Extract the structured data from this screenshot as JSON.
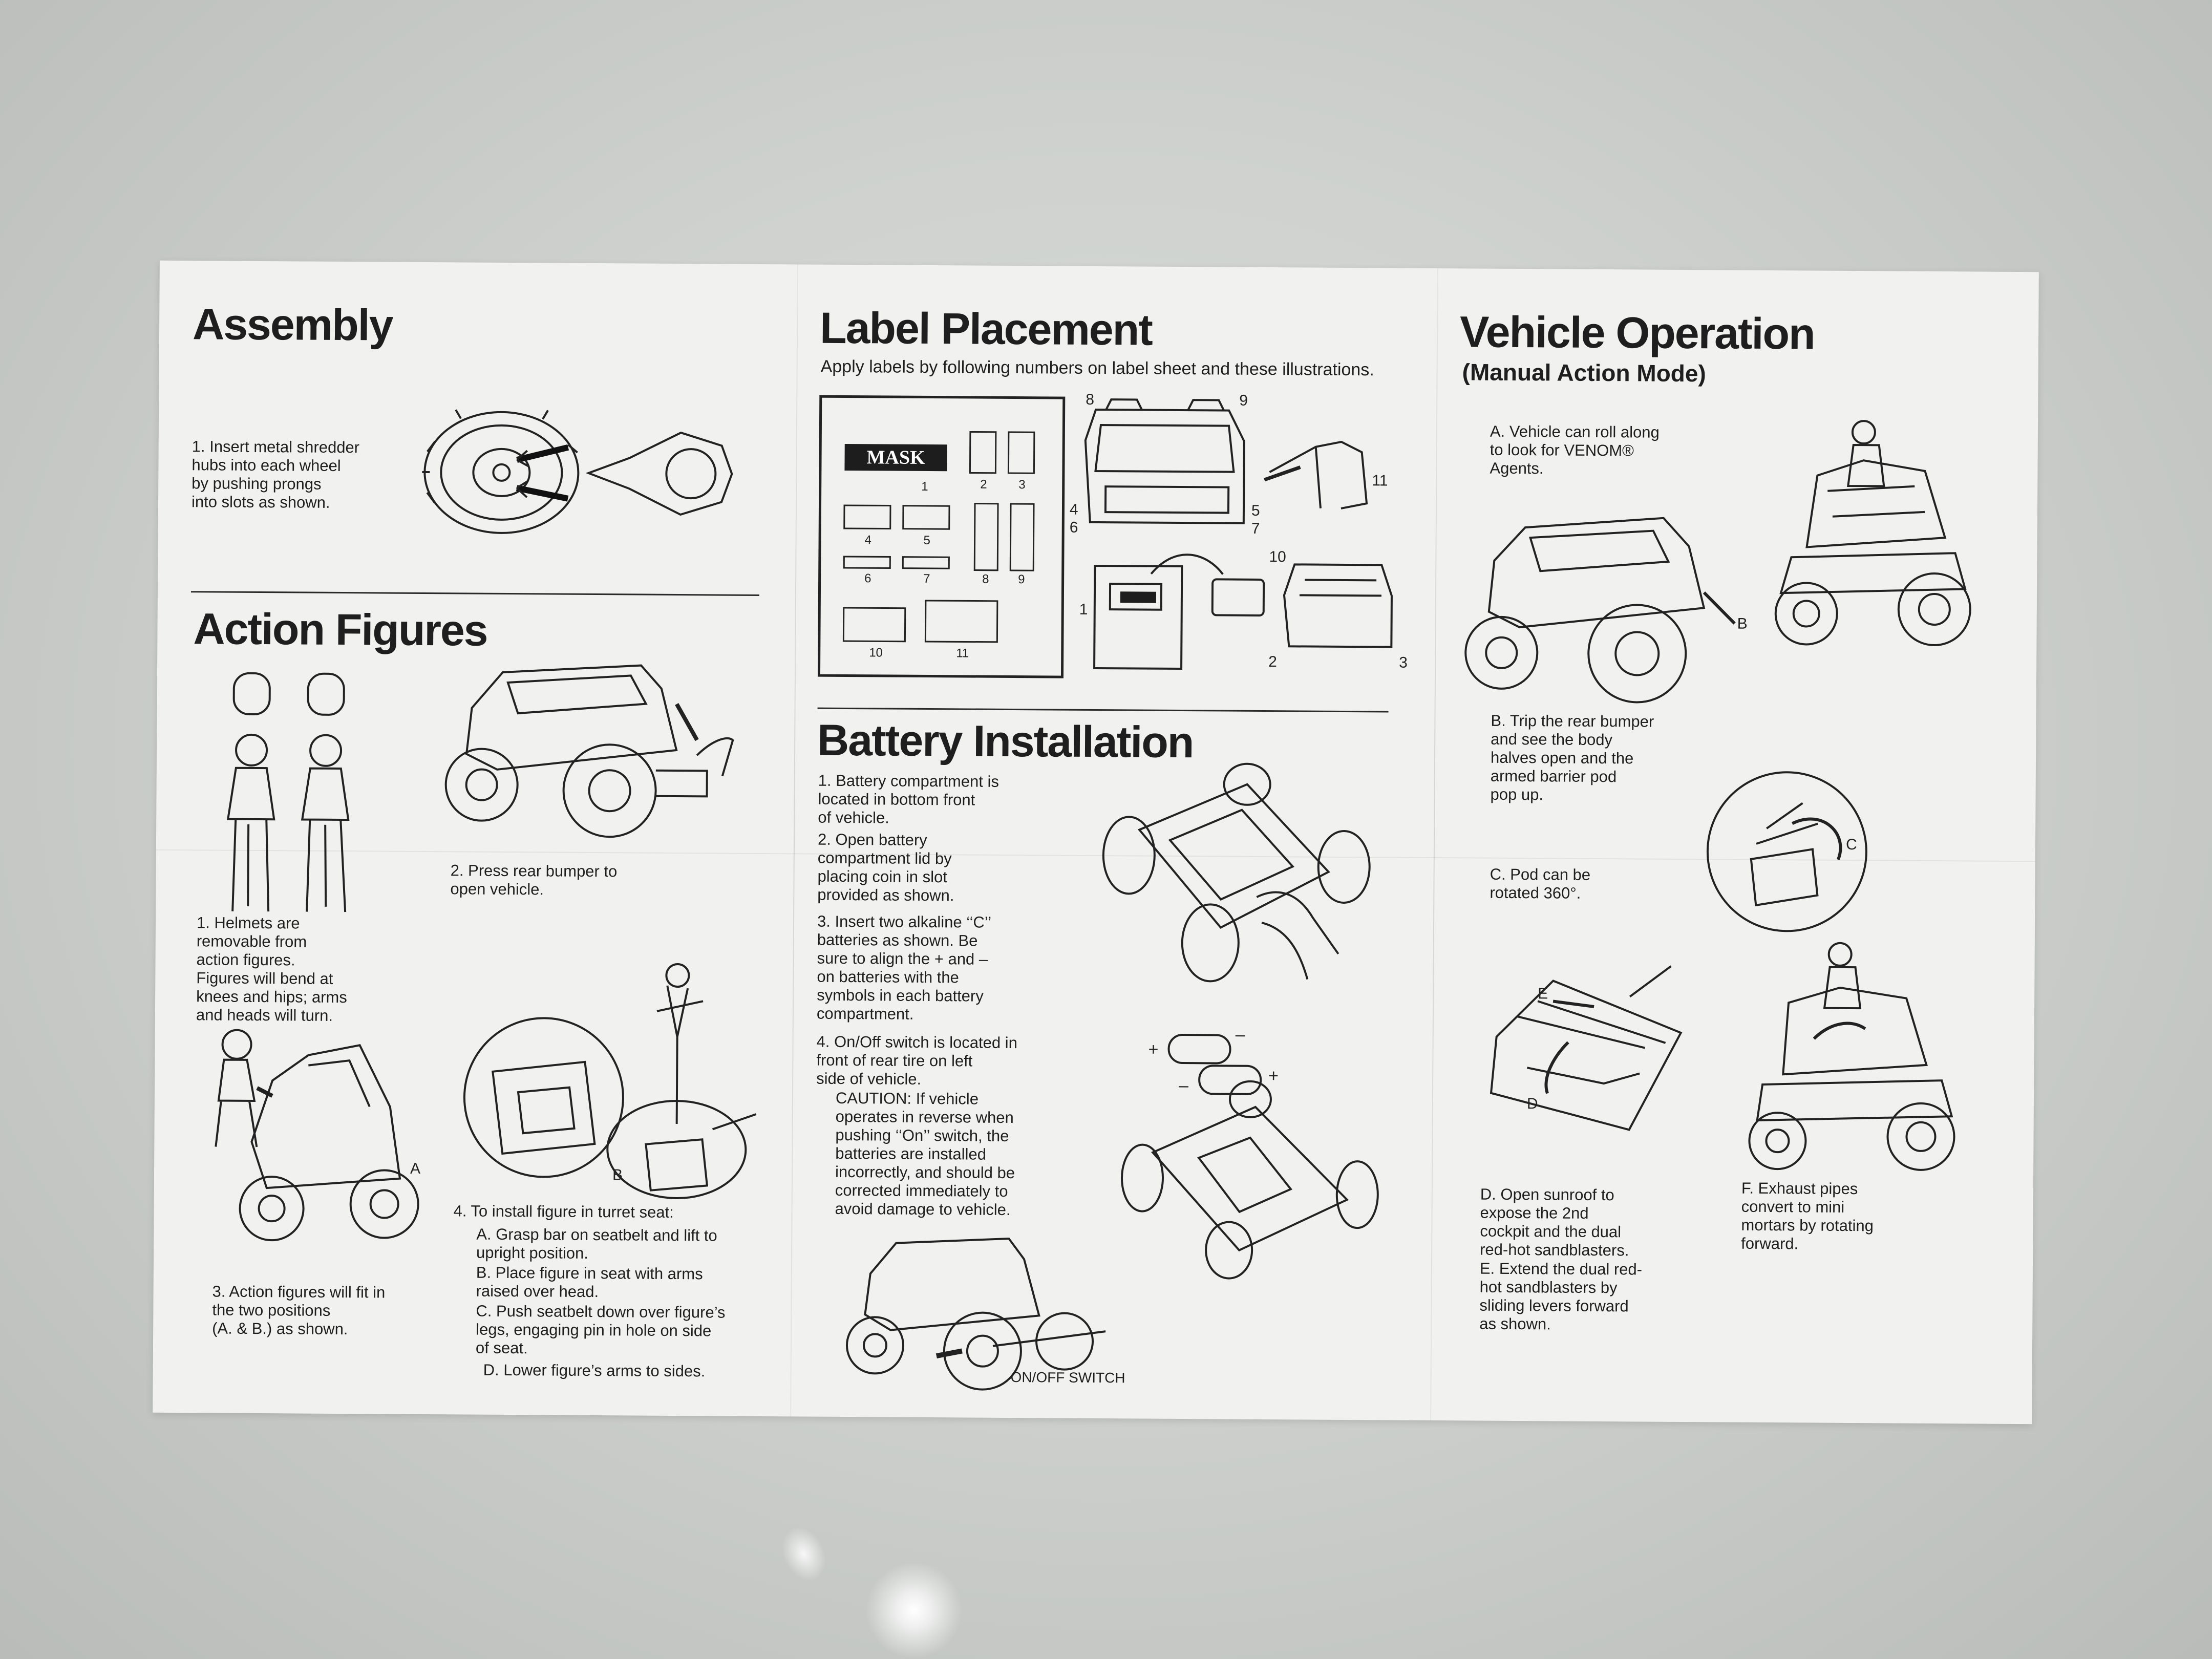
{
  "assembly": {
    "title": "Assembly",
    "step1": "1. Insert metal shredder\nhubs into each wheel\nby pushing prongs\ninto slots as shown."
  },
  "action_figures": {
    "title": "Action Figures",
    "step1": "1. Helmets are\nremovable from\naction figures.\nFigures will bend at\nknees and hips; arms\nand heads will turn.",
    "step2": "2. Press rear bumper to\nopen vehicle.",
    "step3": "3. Action figures will fit in\nthe two positions\n(A. & B.) as shown.",
    "step4": "4. To install figure in turret seat:",
    "step4_items": [
      "A. Grasp bar on seatbelt and lift to\nupright position.",
      "B. Place figure in seat with arms\nraised over head.",
      "C. Push seatbelt down over figure’s\nlegs, engaging pin in hole on side\nof seat.",
      "D. Lower figure’s arms to sides."
    ],
    "marker_a": "A",
    "marker_b": "B"
  },
  "label_placement": {
    "title": "Label Placement",
    "subtitle": "Apply labels by following numbers on label sheet and these illustrations.",
    "logo": "MASK",
    "sheet_numbers": [
      "1",
      "2",
      "3",
      "4",
      "5",
      "6",
      "7",
      "8",
      "9",
      "10",
      "11"
    ],
    "callouts": [
      "1",
      "2",
      "3",
      "4",
      "5",
      "6",
      "7",
      "8",
      "9",
      "10",
      "11"
    ]
  },
  "battery": {
    "title": "Battery Installation",
    "steps": [
      "1. Battery compartment is\nlocated in bottom front\nof vehicle.",
      "2. Open battery\ncompartment lid by\nplacing coin in slot\nprovided as shown.",
      "3. Insert two alkaline ‘‘C’’\nbatteries as shown. Be\nsure to align the + and –\non batteries with the\nsymbols in each battery\ncompartment.",
      "4. On/Off switch is located in\nfront of rear tire on left\nside of vehicle.",
      "CAUTION: If vehicle\noperates in reverse when\npushing ‘‘On’’ switch, the\nbatteries are installed\nincorrectly, and should be\ncorrected immediately to\navoid damage to vehicle."
    ],
    "switch_label": "ON/OFF SWITCH",
    "plus": "+",
    "minus": "–"
  },
  "vehicle": {
    "title": "Vehicle Operation",
    "subtitle": "(Manual Action Mode)",
    "step_a": "A. Vehicle can roll along\nto look for VENOM®\nAgents.",
    "step_b": "B. Trip the rear bumper\nand see the body\nhalves open and the\narmed barrier pod\npop up.",
    "step_c": "C. Pod can be\nrotated 360°.",
    "step_d": "D. Open sunroof to\nexpose the 2nd\ncockpit and the dual\nred-hot sandblasters.",
    "step_e": "E. Extend the dual red-\nhot sandblasters by\nsliding levers forward\nas shown.",
    "step_f": "F. Exhaust pipes\nconvert to mini\nmortars by rotating\nforward.",
    "marker_b": "B",
    "marker_c": "C",
    "marker_d": "D",
    "marker_e": "E"
  }
}
